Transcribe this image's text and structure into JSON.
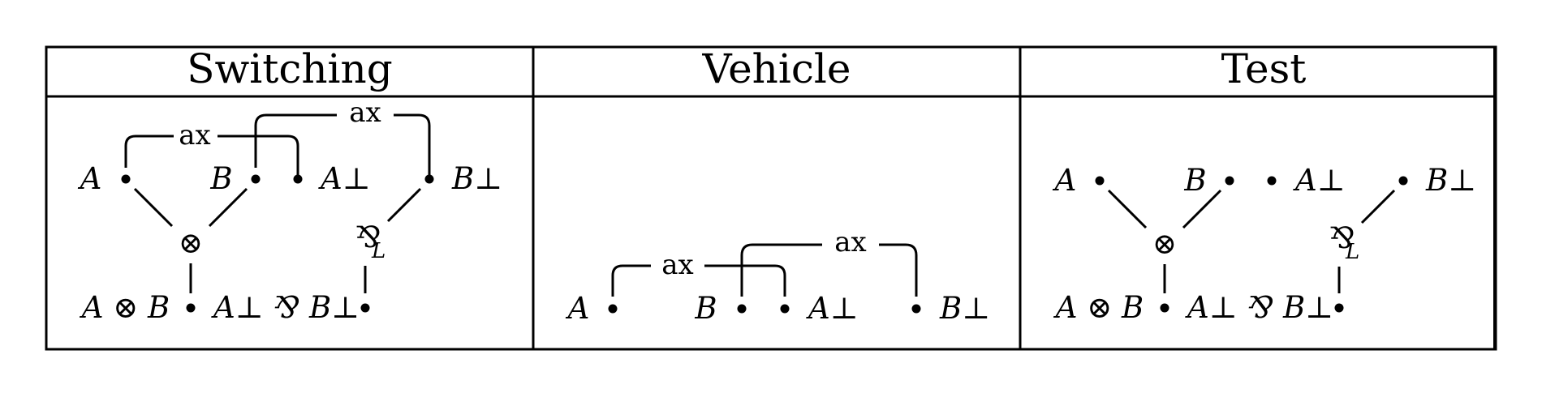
{
  "table": {
    "headers": [
      "Switching",
      "Vehicle",
      "Test"
    ]
  },
  "labels": {
    "A": "A",
    "B": "B",
    "A_perp": "A⊥",
    "B_perp": "B⊥",
    "A_tensor_B": "A ⊗ B",
    "A_par_B": "A⊥ ⅋ B⊥",
    "ax": "ax",
    "tensor": "⊗",
    "par": "⅋",
    "par_subscript": "L"
  }
}
